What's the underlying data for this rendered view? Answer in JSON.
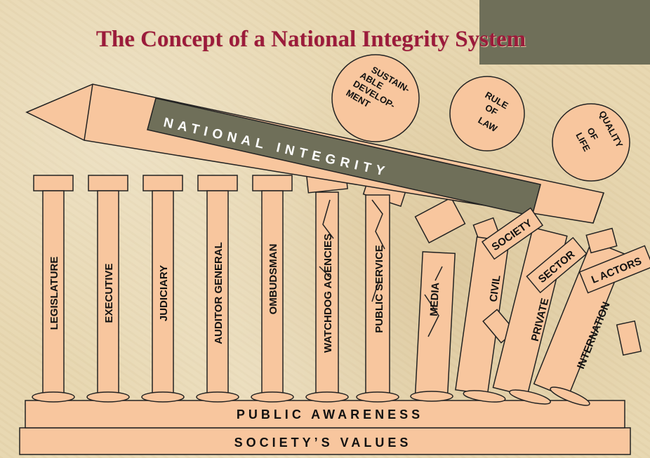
{
  "title": "The Concept of a National Integrity System",
  "pencil_label": "NATIONAL INTEGRITY",
  "goals": [
    "SUSTAIN-",
    "ABLE",
    "DEVELOP-",
    "MENT",
    "RULE",
    "OF",
    "LAW",
    "QUALITY",
    "OF",
    "LIFE"
  ],
  "pillars": [
    "LEGISLATURE",
    "EXECUTIVE",
    "JUDICIARY",
    "AUDITOR GENERAL",
    "OMBUDSMAN",
    "WATCHDOG AGENCIES",
    "PUBLIC SERVICE",
    "MEDIA",
    "CIVIL",
    "SOCIETY",
    "PRIVATE",
    "SECTOR",
    "INTERNATION",
    "L ACTORS"
  ],
  "foundation": [
    "PUBLIC AWARENESS",
    "SOCIETY’S VALUES"
  ],
  "colors": {
    "title": "#9b1b3b",
    "pillar": "#f8c69e",
    "pencil_band": "#6f6f59",
    "background": "#e8d8b2"
  }
}
